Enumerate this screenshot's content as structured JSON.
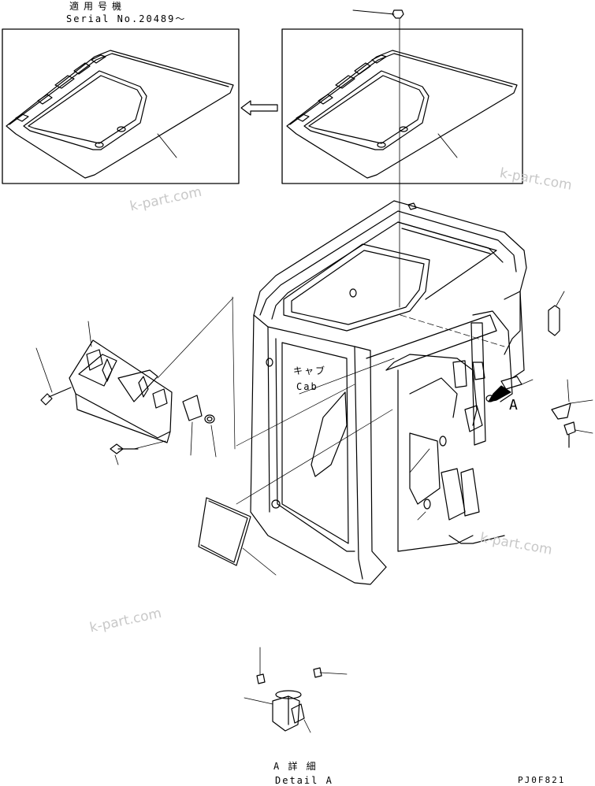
{
  "header": {
    "applicable_title": "適用号機",
    "serial_text": "Serial No.20489～"
  },
  "labels": {
    "cab_jp": "キャブ",
    "cab_en": "Cab",
    "detail_letter": "A",
    "detail_jp": "A 詳 細",
    "detail_en": "Detail A",
    "figure_code": "PJ0F821"
  },
  "watermarks": [
    "k-part.com",
    "k-part.com",
    "k-part.com",
    "k-part.com"
  ]
}
